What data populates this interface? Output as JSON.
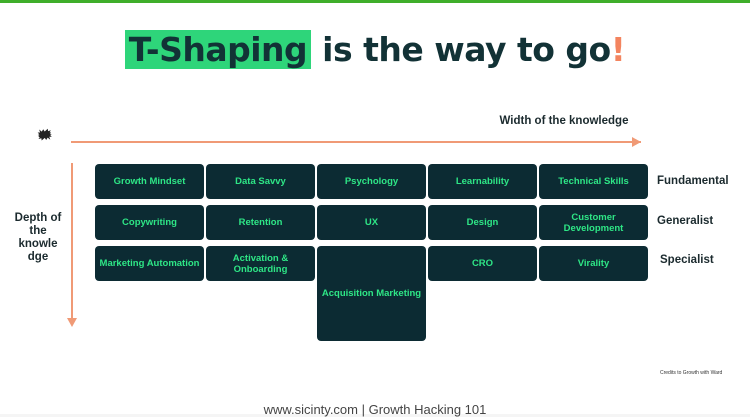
{
  "title": {
    "highlight": "T-Shaping",
    "rest": " is the way to go",
    "bang": "!"
  },
  "axes": {
    "x_label": "Width of the knowledge",
    "y_label": "Depth of the knowle dge"
  },
  "rows": {
    "fundamental": {
      "label": "Fundamental",
      "cells": [
        "Growth Mindset",
        "Data Savvy",
        "Psychology",
        "Learnability",
        "Technical Skills"
      ]
    },
    "generalist": {
      "label": "Generalist",
      "cells": [
        "Copywriting",
        "Retention",
        "UX",
        "Design",
        "Customer Development"
      ]
    },
    "specialist": {
      "label": "Specialist",
      "cells": [
        "Marketing Automation",
        "Activation & Onboarding",
        "Acquisition Marketing",
        "CRO",
        "Virality"
      ]
    }
  },
  "credit": "Credits to Growth with Ward",
  "footer": "www.sicinty.com | Growth Hacking 101",
  "colors": {
    "box_bg": "#0c2b33",
    "box_text": "#2ee686",
    "highlight": "#2ed57a",
    "accent": "#f3845f",
    "axis": "#f09a76"
  }
}
